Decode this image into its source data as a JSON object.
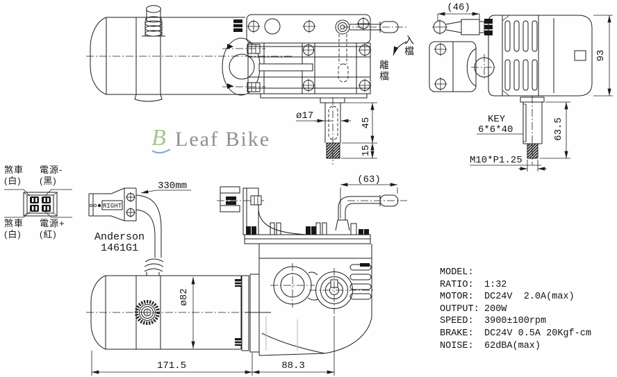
{
  "logo": {
    "brand": "Leaf Bike",
    "icon_letter": "B"
  },
  "plan_view": {
    "shaft_diameter": "ø17",
    "dim_shaft_length": "45",
    "dim_thread_length": "15",
    "engage_label": "入檔",
    "disengage_label": "離檔"
  },
  "side_view": {
    "dim_width": "(46)",
    "dim_height": "93",
    "key_label": "KEY",
    "key_size": "6*6*40",
    "dim_shaft_height": "63.5",
    "thread_spec": "M10*P1.25"
  },
  "connector_legend": {
    "top_left_line1": "煞車",
    "top_left_line2": "(白)",
    "top_right_line1": "電源-",
    "top_right_line2": "(黑)",
    "bottom_left_line1": "煞車",
    "bottom_left_line2": "(白)",
    "bottom_right_line1": "電源+",
    "bottom_right_line2": "(紅)"
  },
  "bottom_view": {
    "cable_length": "330mm",
    "right_tag": "RIGHT",
    "connector_line1": "Anderson",
    "connector_line2": "1461G1",
    "dim_lever": "(63)",
    "motor_diameter": "ø82",
    "dim_motor_length": "171.5",
    "dim_gearbox_length": "88.3"
  },
  "specs": {
    "rows": [
      {
        "label": "MODEL:",
        "value": ""
      },
      {
        "label": "RATIO:",
        "value": "1:32"
      },
      {
        "label": "MOTOR:",
        "value": "DC24V  2.0A(max)"
      },
      {
        "label": "OUTPUT:",
        "value": "200W"
      },
      {
        "label": "SPEED:",
        "value": "3900±100rpm"
      },
      {
        "label": "BRAKE:",
        "value": "DC24V 0.5A 20Kgf-cm"
      },
      {
        "label": "NOISE:",
        "value": "62dBA(max)"
      }
    ]
  },
  "colors": {
    "line": "#1c1c1c",
    "logo_text": "#8f8f8f",
    "logo_leaf": "#a3c78e",
    "logo_wave": "#7fa8c9"
  }
}
